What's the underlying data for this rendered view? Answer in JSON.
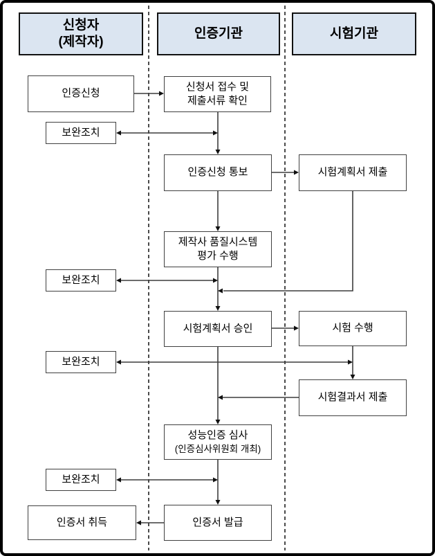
{
  "colors": {
    "header_fill": "#dbe5f1",
    "header_border": "#111111",
    "node_border": "#3f3f3f",
    "line": "#3c3c3c",
    "arrowhead": "#111111",
    "outer_border": "#000000",
    "background": "#ffffff"
  },
  "columns": [
    {
      "id": "applicant",
      "header": "신청자\n(제작자)"
    },
    {
      "id": "certification-body",
      "header": "인증기관"
    },
    {
      "id": "testing-body",
      "header": "시험기관"
    }
  ],
  "nodes": {
    "apply": {
      "label": "인증신청"
    },
    "receive": {
      "label": "신청서 접수 및\n제출서류 확인"
    },
    "remedy1": {
      "label": "보완조치"
    },
    "notify": {
      "label": "인증신청 통보"
    },
    "plan_submit": {
      "label": "시험계획서 제출"
    },
    "quality": {
      "label": "제작사 품질시스템\n평가 수행"
    },
    "remedy2": {
      "label": "보완조치"
    },
    "plan_approve": {
      "label": "시험계획서 승인"
    },
    "test_run": {
      "label": "시험 수행"
    },
    "remedy3": {
      "label": "보완조치"
    },
    "result_submit": {
      "label": "시험결과서 제출"
    },
    "review": {
      "label": "성능인증 심사",
      "sublabel": "(인증심사위원회 개최)"
    },
    "remedy4": {
      "label": "보완조치"
    },
    "issue": {
      "label": "인증서 발급"
    },
    "obtain": {
      "label": "인증서 취득"
    }
  }
}
